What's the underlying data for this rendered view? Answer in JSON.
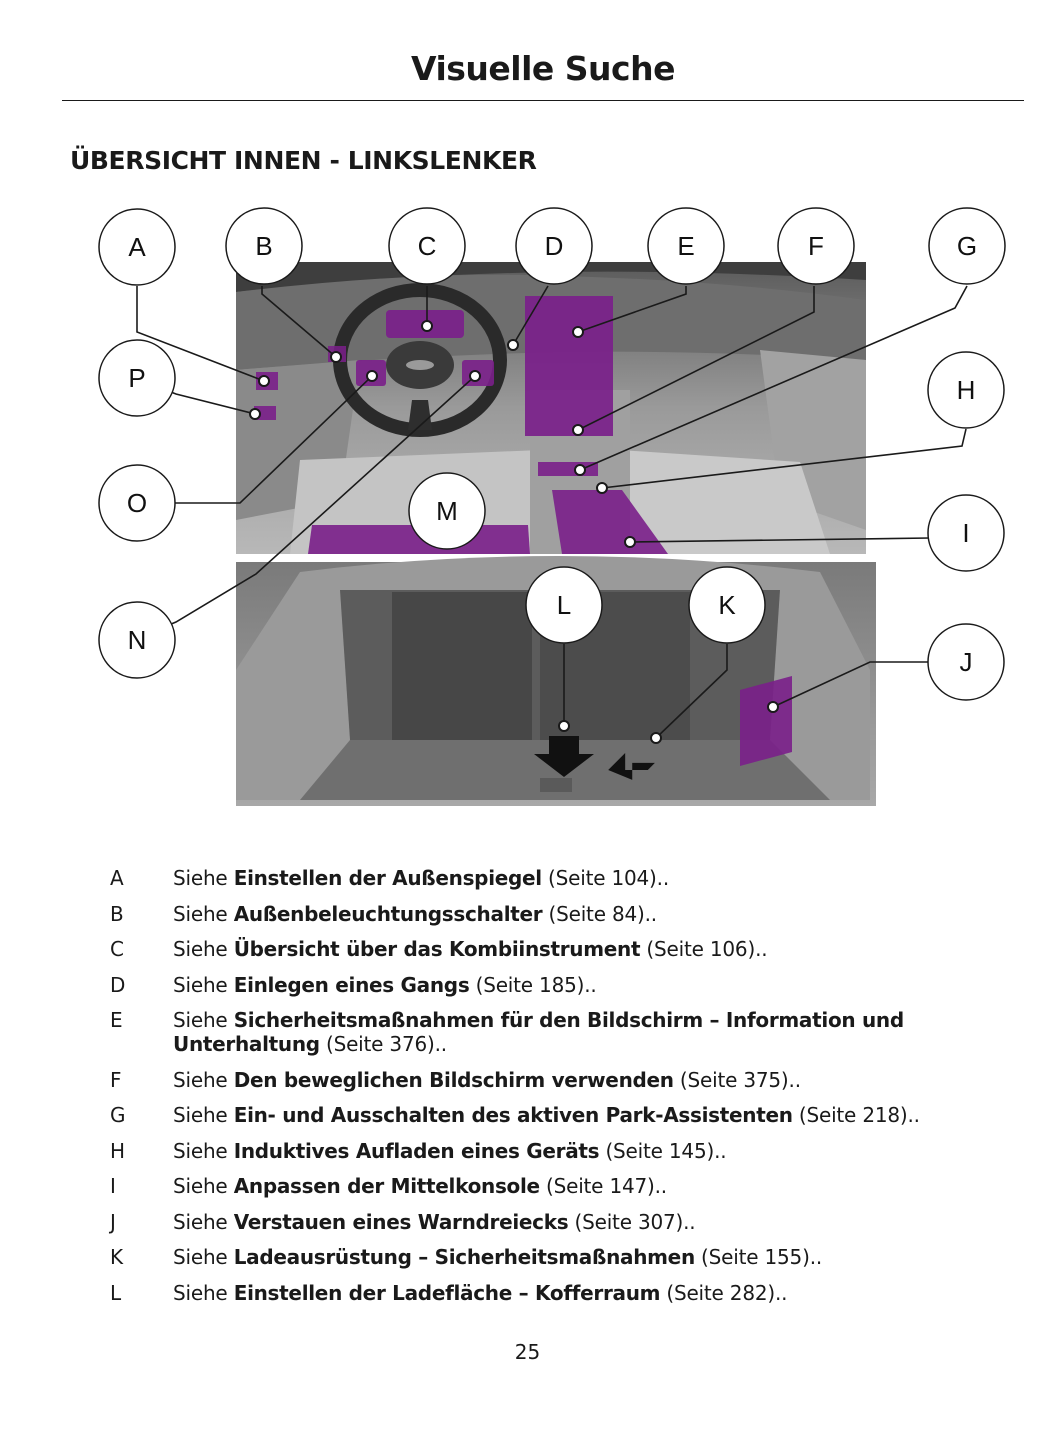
{
  "header": {
    "title": "Visuelle Suche"
  },
  "section": {
    "title": "ÜBERSICHT INNEN - LINKSLENKER"
  },
  "figure": {
    "callouts": [
      "A",
      "B",
      "C",
      "D",
      "E",
      "F",
      "G",
      "H",
      "I",
      "J",
      "K",
      "L",
      "M",
      "N",
      "O",
      "P"
    ],
    "highlight_color": "#7a1f8a"
  },
  "legend": [
    {
      "key": "A",
      "prefix": "Siehe ",
      "bold": "Einstellen der Außenspiegel",
      "suffix": " (Seite 104).."
    },
    {
      "key": "B",
      "prefix": "Siehe ",
      "bold": "Außenbeleuchtungsschalter",
      "suffix": " (Seite 84).."
    },
    {
      "key": "C",
      "prefix": "Siehe ",
      "bold": "Übersicht über das Kombiinstrument",
      "suffix": " (Seite 106).."
    },
    {
      "key": "D",
      "prefix": "Siehe ",
      "bold": "Einlegen eines Gangs",
      "suffix": " (Seite 185).."
    },
    {
      "key": "E",
      "prefix": "Siehe ",
      "bold": "Sicherheitsmaßnahmen für den Bildschirm – Information und Unterhaltung",
      "suffix": " (Seite 376).."
    },
    {
      "key": "F",
      "prefix": "Siehe ",
      "bold": "Den beweglichen Bildschirm verwenden",
      "suffix": " (Seite 375).."
    },
    {
      "key": "G",
      "prefix": "Siehe ",
      "bold": "Ein- und Ausschalten des aktiven Park-Assistenten",
      "suffix": " (Seite 218).."
    },
    {
      "key": "H",
      "prefix": "Siehe ",
      "bold": "Induktives Aufladen eines Geräts",
      "suffix": " (Seite 145).."
    },
    {
      "key": "I",
      "prefix": "Siehe ",
      "bold": "Anpassen der Mittelkonsole",
      "suffix": " (Seite 147).."
    },
    {
      "key": "J",
      "prefix": "Siehe ",
      "bold": "Verstauen eines Warndreiecks",
      "suffix": " (Seite 307).."
    },
    {
      "key": "K",
      "prefix": "Siehe ",
      "bold": "Ladeausrüstung – Sicherheitsmaßnahmen",
      "suffix": " (Seite 155).."
    },
    {
      "key": "L",
      "prefix": "Siehe ",
      "bold": "Einstellen der Ladefläche – Kofferraum",
      "suffix": " (Seite 282).."
    }
  ],
  "footer": {
    "page_number": "25"
  }
}
